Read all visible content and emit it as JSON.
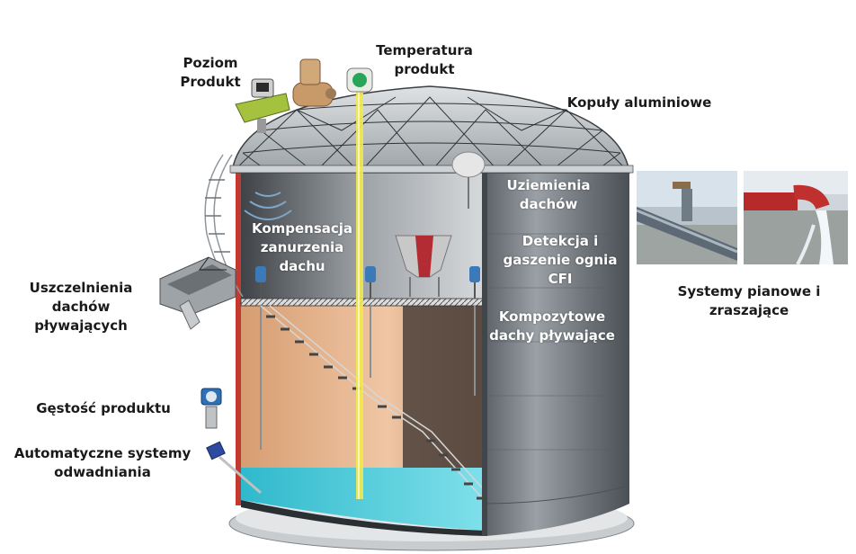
{
  "labels": {
    "poziom": "Poziom\nProdukt",
    "temperatura": "Temperatura\nprodukt",
    "kopuly": "Kopuły aluminiowe",
    "kompensacja": "Kompensacja\nzanurzenia\ndachu",
    "uziemienia": "Uziemienia\ndachów",
    "detekcja": "Detekcja i\ngaszenie ognia\nCFI",
    "kompozytowe": "Kompozytowe\ndachy pływające",
    "uszczelnienia": "Uszczelnienia dachów\npływających",
    "systemy": "Systemy pianowe i\nzraszające",
    "gestosc": "Gęstość produktu",
    "automatyczne": "Automatyczne systemy\nodwadniania"
  },
  "colors": {
    "shell": "#6e7378",
    "shell_light": "#b5b9bc",
    "product": "#e9b893",
    "water": "#3fc7d8",
    "gauge": "#f5ef4a",
    "seal": "#c23a2f"
  }
}
